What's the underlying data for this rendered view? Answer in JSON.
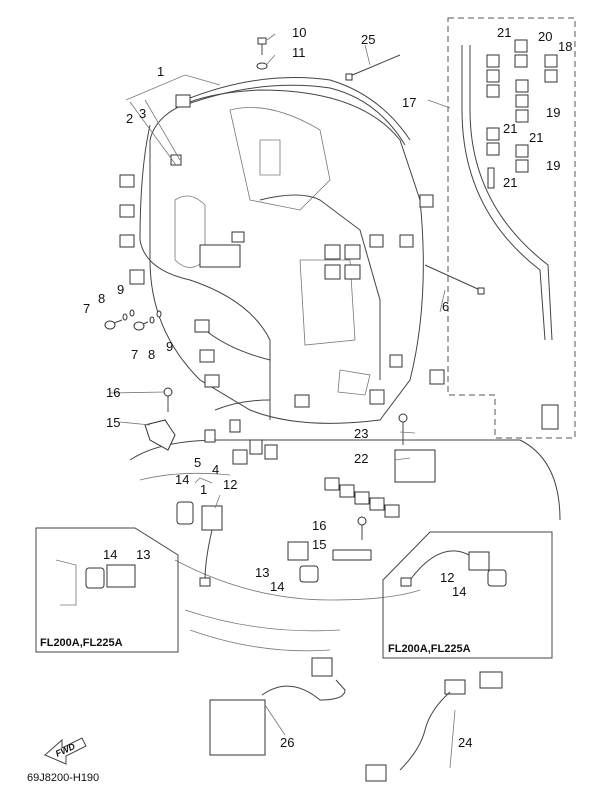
{
  "diagram": {
    "title": "Electrical parts diagram",
    "part_number": "69J8200-H190",
    "direction_marker": "FWD",
    "callouts": [
      {
        "id": "c1",
        "label": "1"
      },
      {
        "id": "c2",
        "label": "2"
      },
      {
        "id": "c3",
        "label": "3"
      },
      {
        "id": "c4",
        "label": "4"
      },
      {
        "id": "c5",
        "label": "5"
      },
      {
        "id": "c1b",
        "label": "1"
      },
      {
        "id": "c6",
        "label": "6"
      },
      {
        "id": "c7a",
        "label": "7"
      },
      {
        "id": "c7b",
        "label": "7"
      },
      {
        "id": "c8a",
        "label": "8"
      },
      {
        "id": "c8b",
        "label": "8"
      },
      {
        "id": "c9a",
        "label": "9"
      },
      {
        "id": "c9b",
        "label": "9"
      },
      {
        "id": "c10",
        "label": "10"
      },
      {
        "id": "c11",
        "label": "11"
      },
      {
        "id": "c12a",
        "label": "12"
      },
      {
        "id": "c12b",
        "label": "12"
      },
      {
        "id": "c13a",
        "label": "13"
      },
      {
        "id": "c13b",
        "label": "13"
      },
      {
        "id": "c14a",
        "label": "14"
      },
      {
        "id": "c14b",
        "label": "14"
      },
      {
        "id": "c14c",
        "label": "14"
      },
      {
        "id": "c14d",
        "label": "14"
      },
      {
        "id": "c15a",
        "label": "15"
      },
      {
        "id": "c15b",
        "label": "15"
      },
      {
        "id": "c16a",
        "label": "16"
      },
      {
        "id": "c16b",
        "label": "16"
      },
      {
        "id": "c17",
        "label": "17"
      },
      {
        "id": "c18",
        "label": "18"
      },
      {
        "id": "c19a",
        "label": "19"
      },
      {
        "id": "c19b",
        "label": "19"
      },
      {
        "id": "c20",
        "label": "20"
      },
      {
        "id": "c21a",
        "label": "21"
      },
      {
        "id": "c21b",
        "label": "21"
      },
      {
        "id": "c21c",
        "label": "21"
      },
      {
        "id": "c21d",
        "label": "21"
      },
      {
        "id": "c22",
        "label": "22"
      },
      {
        "id": "c23",
        "label": "23"
      },
      {
        "id": "c24",
        "label": "24"
      },
      {
        "id": "c25",
        "label": "25"
      },
      {
        "id": "c26",
        "label": "26"
      }
    ],
    "insets": [
      {
        "label": "FL200A,FL225A"
      },
      {
        "label": "FL200A,FL225A"
      }
    ]
  }
}
